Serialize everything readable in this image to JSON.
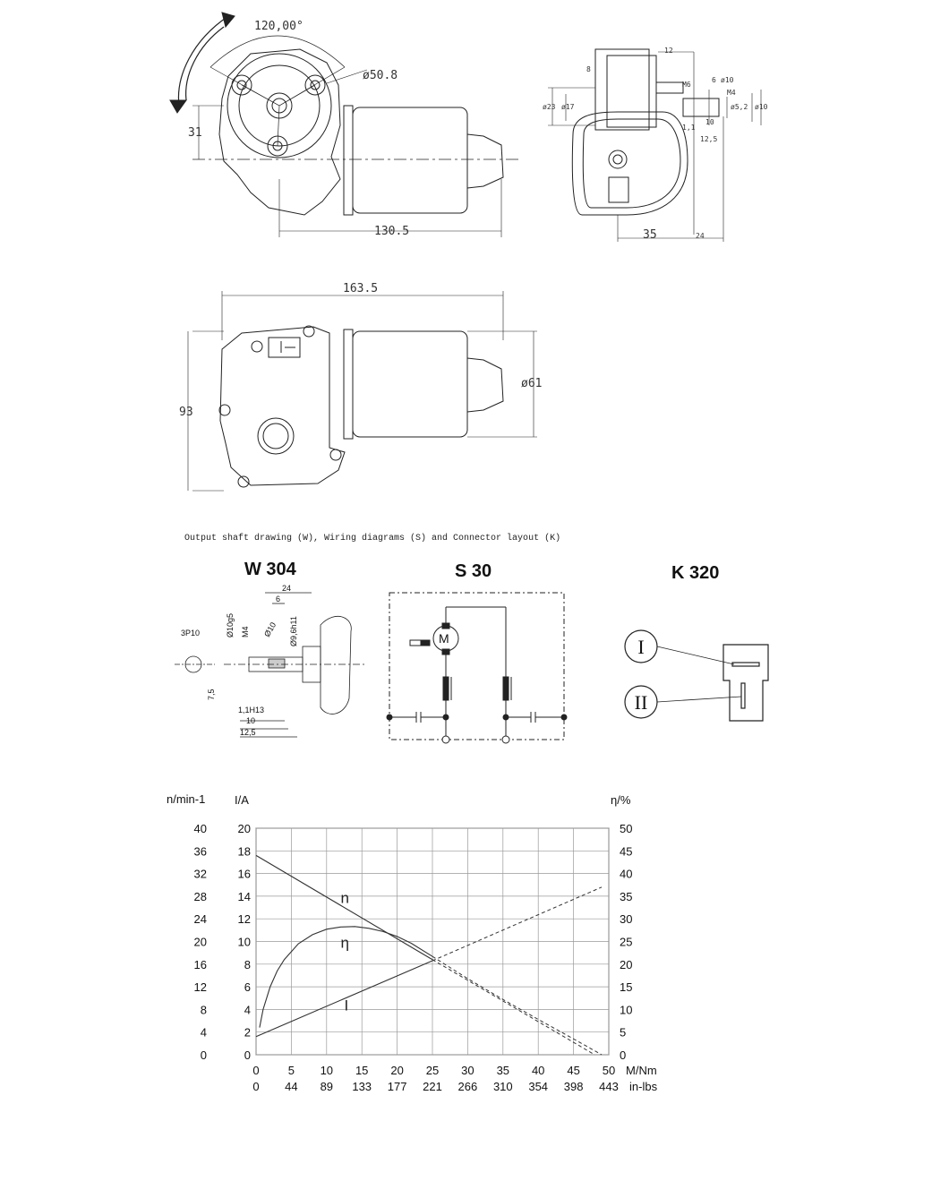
{
  "drawing_front": {
    "angle": "120,00°",
    "flange_dia": "ø50.8",
    "height_31": "31",
    "length_130": "130.5"
  },
  "drawing_side": {
    "d12": "12",
    "d8": "8",
    "d23": "ø23",
    "d17": "ø17",
    "m6": "M6",
    "d6": "6",
    "d10a": "ø10",
    "m4": "M4",
    "d52": "ø5,2",
    "d10b": "ø10",
    "d11": "1,1",
    "d10": "10",
    "d125": "12,5",
    "d35": "35",
    "d24": "24"
  },
  "drawing_top": {
    "length_163": "163.5",
    "height_93": "93",
    "dia_61": "ø61"
  },
  "caption": "Output shaft drawing (W), Wiring diagrams (S) and Connector layout (K)",
  "shaft": {
    "title": "W 304",
    "d24": "24",
    "d6": "6",
    "d3p10": "3P10",
    "d10g5": "Ø10g5",
    "m4": "M4",
    "d10": "Ø10",
    "d96": "Ø9,6h11",
    "d75": "7,5",
    "d11h13": "1,1H13",
    "d10b": "10",
    "d125": "12,5"
  },
  "wiring": {
    "title": "S 30",
    "motor": "M"
  },
  "connector": {
    "title": "K 320",
    "pin1": "I",
    "pin2": "II"
  },
  "chart_data": {
    "type": "line",
    "title": "",
    "x": [
      0,
      5,
      10,
      15,
      20,
      25,
      30,
      35,
      40,
      45,
      50
    ],
    "xlabel": "M/Nm",
    "x2_ticks": [
      "0",
      "44",
      "89",
      "133",
      "177",
      "221",
      "266",
      "310",
      "354",
      "398",
      "443"
    ],
    "x2label": "in-lbs",
    "xlim": [
      0,
      50
    ],
    "left_axis_n": {
      "label": "n/min-1",
      "ticks": [
        "40",
        "36",
        "32",
        "28",
        "24",
        "20",
        "16",
        "12",
        "8",
        "4",
        "0"
      ],
      "ylim": [
        0,
        40
      ]
    },
    "left_axis_i": {
      "label": "I/A",
      "ticks": [
        "20",
        "18",
        "16",
        "14",
        "12",
        "10",
        "8",
        "6",
        "4",
        "2",
        "0"
      ],
      "ylim": [
        0,
        20
      ]
    },
    "right_axis_eta": {
      "label": "η/%",
      "ticks": [
        "50",
        "45",
        "40",
        "35",
        "30",
        "25",
        "20",
        "15",
        "10",
        "5",
        "0"
      ],
      "ylim": [
        0,
        50
      ]
    },
    "series": [
      {
        "name": "n",
        "axis": "n",
        "solid_until": 25,
        "x": [
          0,
          25,
          48
        ],
        "y": [
          35.2,
          16.8,
          0
        ]
      },
      {
        "name": "I",
        "axis": "I",
        "solid_until": 25,
        "x": [
          0,
          25,
          49
        ],
        "y": [
          1.6,
          8.3,
          14.8
        ]
      },
      {
        "name": "η",
        "axis": "eta",
        "solid_until": 25,
        "x": [
          0.5,
          1,
          2,
          3,
          4,
          6,
          8,
          10,
          12,
          14,
          16,
          18,
          20,
          22,
          25,
          30,
          35,
          40,
          45,
          49
        ],
        "y": [
          6,
          10,
          15,
          18.5,
          21,
          24.5,
          26.5,
          27.7,
          28.2,
          28.3,
          27.9,
          27.2,
          26.1,
          24.6,
          21.7,
          16.8,
          12.2,
          7.8,
          3.5,
          0
        ]
      }
    ],
    "grid": true,
    "curve_labels": [
      "n",
      "η",
      "I"
    ]
  }
}
